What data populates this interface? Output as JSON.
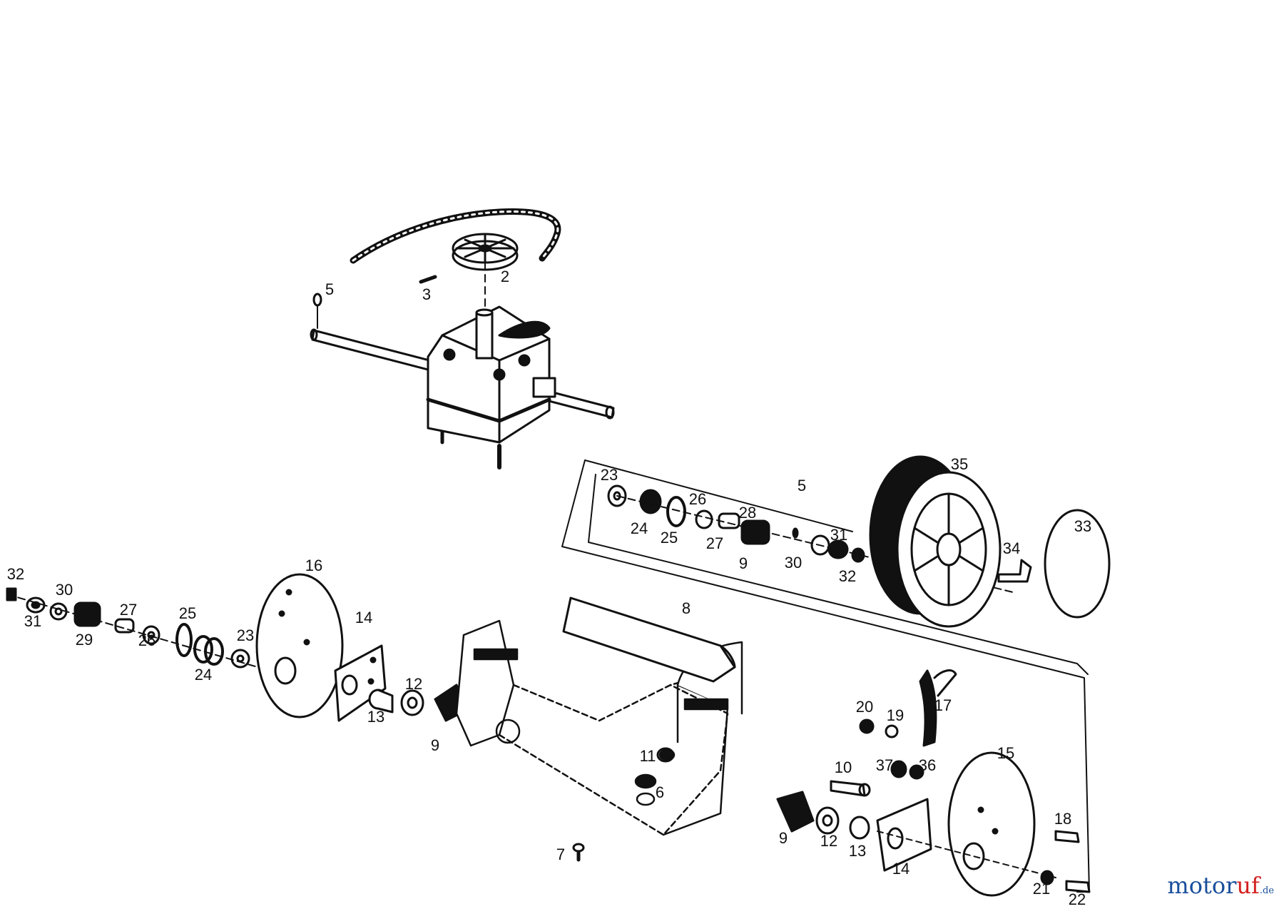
{
  "diagram": {
    "callouts": [
      "2",
      "3",
      "5",
      "5",
      "9",
      "23",
      "24",
      "25",
      "26",
      "27",
      "28",
      "30",
      "31",
      "32",
      "35",
      "33",
      "34",
      "8",
      "32",
      "31",
      "30",
      "29",
      "27",
      "26",
      "25",
      "24",
      "23",
      "16",
      "14",
      "13",
      "12",
      "9",
      "11",
      "6",
      "7",
      "20",
      "19",
      "17",
      "37",
      "36",
      "10",
      "9",
      "12",
      "13",
      "14",
      "15",
      "18",
      "21",
      "22"
    ]
  },
  "watermark": {
    "brand_a": "motor",
    "brand_b": "uf",
    "suffix": ".de",
    "colors": {
      "a": "#1a4f9c",
      "b": "#d42020"
    }
  }
}
